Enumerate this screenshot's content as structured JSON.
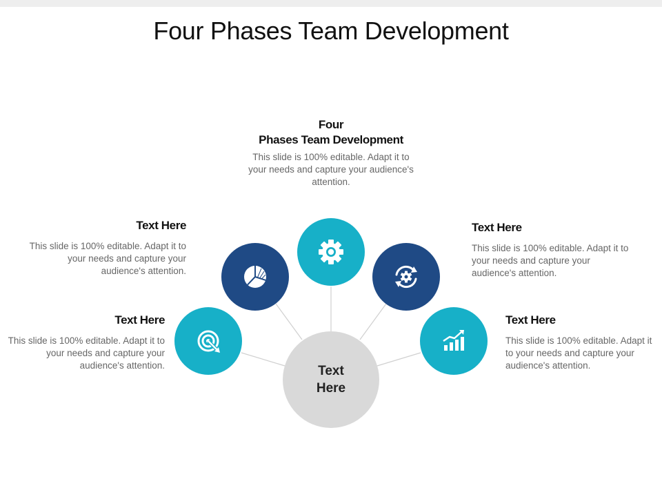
{
  "title": "Four Phases Team Development",
  "colors": {
    "teal": "#17b0c8",
    "navy": "#1f4a85",
    "hub": "#d9d9d9"
  },
  "hub": {
    "line1": "Text",
    "line2": "Here"
  },
  "top": {
    "heading_line1": "Four",
    "heading_line2": "Phases Team Development",
    "body": "This slide is 100% editable. Adapt it to your needs and capture your audience's attention.",
    "icon": "gear-icon"
  },
  "upper_left": {
    "heading": "Text Here",
    "body": "This slide is 100% editable. Adapt it to your needs and capture your audience's attention.",
    "icon": "pie-chart-icon"
  },
  "upper_right": {
    "heading": "Text Here",
    "body": "This slide is 100% editable. Adapt it to your needs and capture your audience's attention.",
    "icon": "refresh-gear-icon"
  },
  "lower_left": {
    "heading": "Text Here",
    "body": "This slide is 100% editable. Adapt it to your needs and capture your audience's attention.",
    "icon": "target-icon"
  },
  "lower_right": {
    "heading": "Text Here",
    "body": "This slide is 100% editable. Adapt it to your needs and capture your audience's attention.",
    "icon": "growth-chart-icon"
  }
}
